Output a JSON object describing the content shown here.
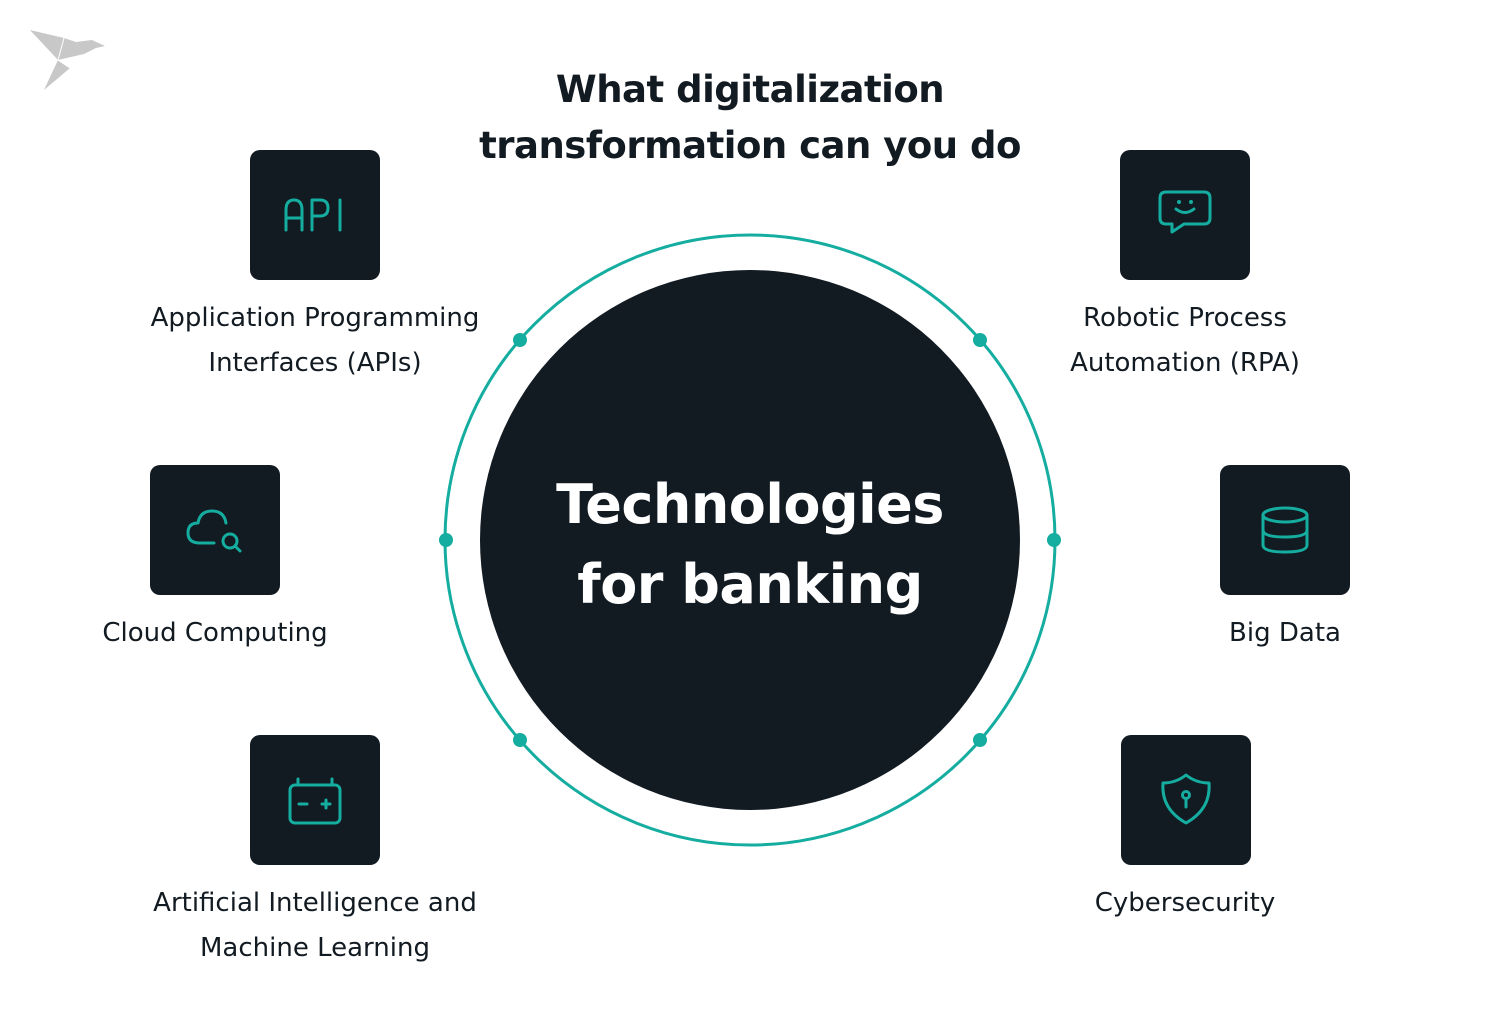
{
  "header": {
    "title_line1": "What digitalization",
    "title_line2": "transformation can you do"
  },
  "center": {
    "line1": "Technologies",
    "line2": "for banking"
  },
  "colors": {
    "accent": "#15ada0",
    "dark": "#121a22",
    "text": "#121a22",
    "logo": "#c8c8c8",
    "background": "#ffffff"
  },
  "items": [
    {
      "icon": "api-icon",
      "icon_text": "API",
      "label_line1": "Application Programming",
      "label_line2": "Interfaces (APIs)"
    },
    {
      "icon": "chat-smile-icon",
      "label_line1": "Robotic Process",
      "label_line2": "Automation (RPA)"
    },
    {
      "icon": "cloud-search-icon",
      "label_line1": "Cloud Computing",
      "label_line2": ""
    },
    {
      "icon": "database-icon",
      "label_line1": "Big Data",
      "label_line2": ""
    },
    {
      "icon": "battery-icon",
      "label_line1": "Artificial Intelligence and",
      "label_line2": "Machine Learning"
    },
    {
      "icon": "shield-lock-icon",
      "label_line1": "Cybersecurity",
      "label_line2": ""
    }
  ]
}
